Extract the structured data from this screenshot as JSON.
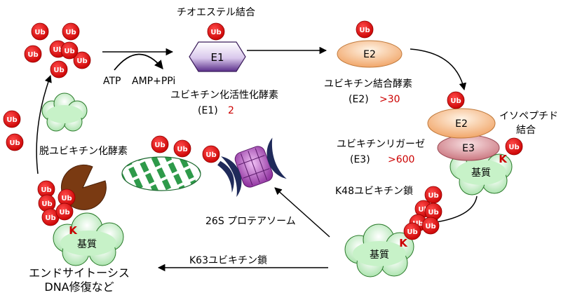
{
  "ub_label": "Ub",
  "k_label": "K",
  "e1": {
    "title": "チオエステル結合",
    "box": "E1",
    "name": "ユビキチン化活性化酵素",
    "abbr": "(E1)",
    "count": "2"
  },
  "atp": {
    "atp": "ATP",
    "amp": "AMP+PPi"
  },
  "e2": {
    "box": "E2",
    "name": "ユビキチン結合酵素",
    "abbr": "(E2)",
    "count": ">30"
  },
  "e3": {
    "box": "E3",
    "name": "ユビキチンリガーゼ",
    "abbr": "(E3)",
    "count": ">600"
  },
  "isopeptide": {
    "line1": "イソペプチド",
    "line2": "結合"
  },
  "substrate": "基質",
  "k48": "K48ユビキチン鎖",
  "k63": "K63ユビキチン鎖",
  "proteasome": "26S プロテアソーム",
  "dub": "脱ユビキチン化酵素",
  "outcome": {
    "line1": "エンドサイトーシス",
    "line2": "DNA修復など"
  },
  "colors": {
    "ub_red": "#e00000",
    "label_red": "#cc0000",
    "e1_purple": "#7a4ba8",
    "e2_orange": "#f6b27a",
    "e3_pink": "#d9888f",
    "substrate_green": "#bff0c0",
    "proteasome_navy": "#1f2a5a",
    "proteasome_purple": "#b34fc0",
    "dub_brown": "#7a3a12"
  }
}
